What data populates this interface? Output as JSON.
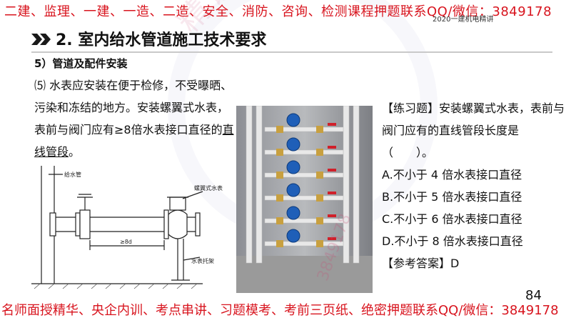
{
  "banners": {
    "top": "二建、监理、一建、一造、二造、安全、消防、咨询、检测课程押题联系QQ/微信：3849178",
    "top_small": "2020一建机电精讲",
    "bottom": "名师面授精华、央企内训、考点串讲、习题模考、考前三页纸、绝密押题联系QQ/微信：3849178"
  },
  "slide": {
    "title": "2. 室内给水管道施工技术要求",
    "subhead": "5）管道及配件安装",
    "para_main": "⑸ 水表应安装在便于检修，不受曝晒、污染和冻结的地方。安装螺翼式水表，表前与阀门应有≥8倍水表接口直径的",
    "para_underlined": "直线管段",
    "para_end": "。",
    "page_number": "84"
  },
  "diagram": {
    "label_pipe": "给水管",
    "label_meter": "螺翼式水表",
    "label_dim": "≥8d",
    "label_bracket": "水表托架"
  },
  "quiz": {
    "question": "【练习题】安装螺翼式水表，表前与阀门应有的直线管段长度是（　　）。",
    "options": [
      "A.不小于 4 倍水表接口直径",
      "B.不小于 5 倍水表接口直径",
      "C.不小于 6 倍水表接口直径",
      "D.不小于 8 倍水表接口直径"
    ],
    "answer": "【参考答案】D"
  },
  "watermark": {
    "text": "精讲押题联系",
    "text2": "3849178"
  },
  "colors": {
    "banner_red": "#d8141e",
    "chevron": "#1a1a1a"
  }
}
